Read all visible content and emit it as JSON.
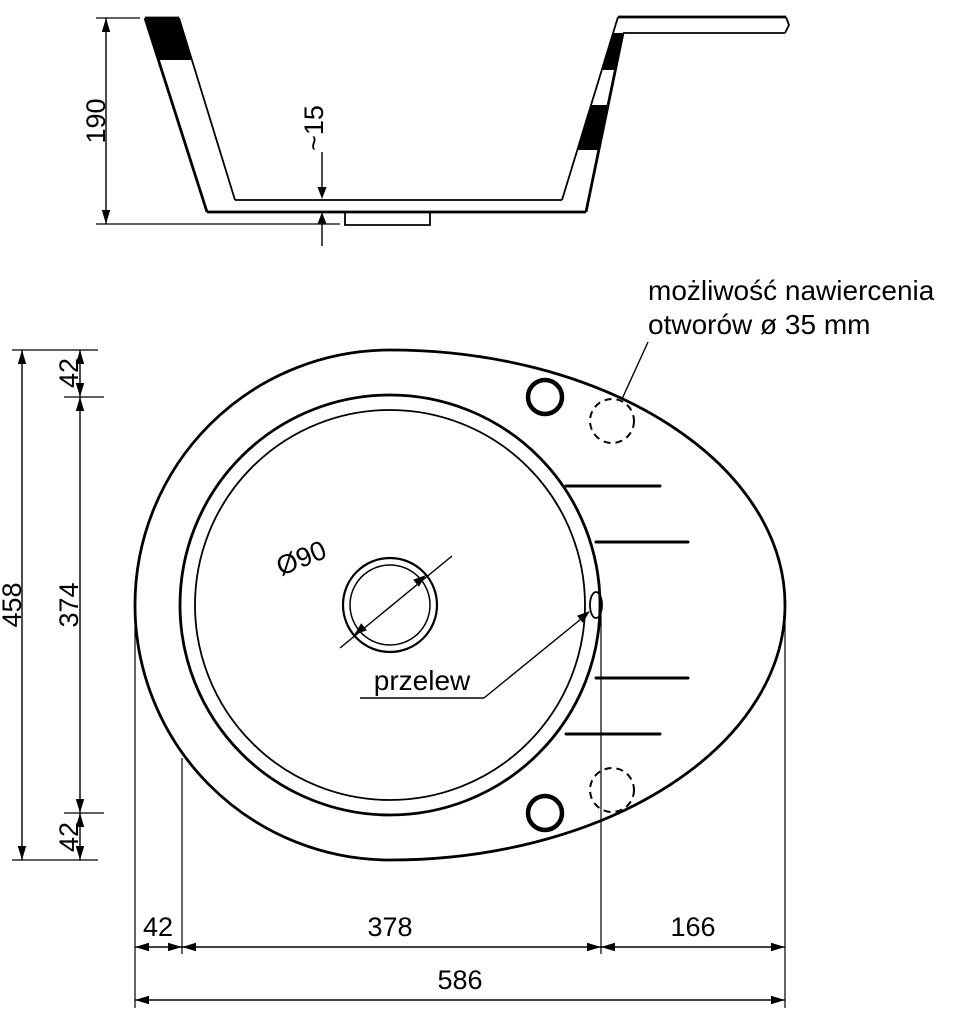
{
  "cross_section": {
    "height_dim": "190",
    "bottom_thickness_dim": "~15"
  },
  "top_view": {
    "annotation_line1": "możliwość nawiercenia",
    "annotation_line2": "otworów ø 35 mm",
    "drain_dim": "Ø90",
    "overflow_label": "przelew"
  },
  "dims": {
    "total_height": "458",
    "top_offset": "42",
    "mid_span": "374",
    "bottom_offset": "42",
    "left_offset": "42",
    "bowl_width": "378",
    "right_span": "166",
    "total_width": "586"
  },
  "colors": {
    "line": "#000000",
    "background": "#ffffff"
  }
}
